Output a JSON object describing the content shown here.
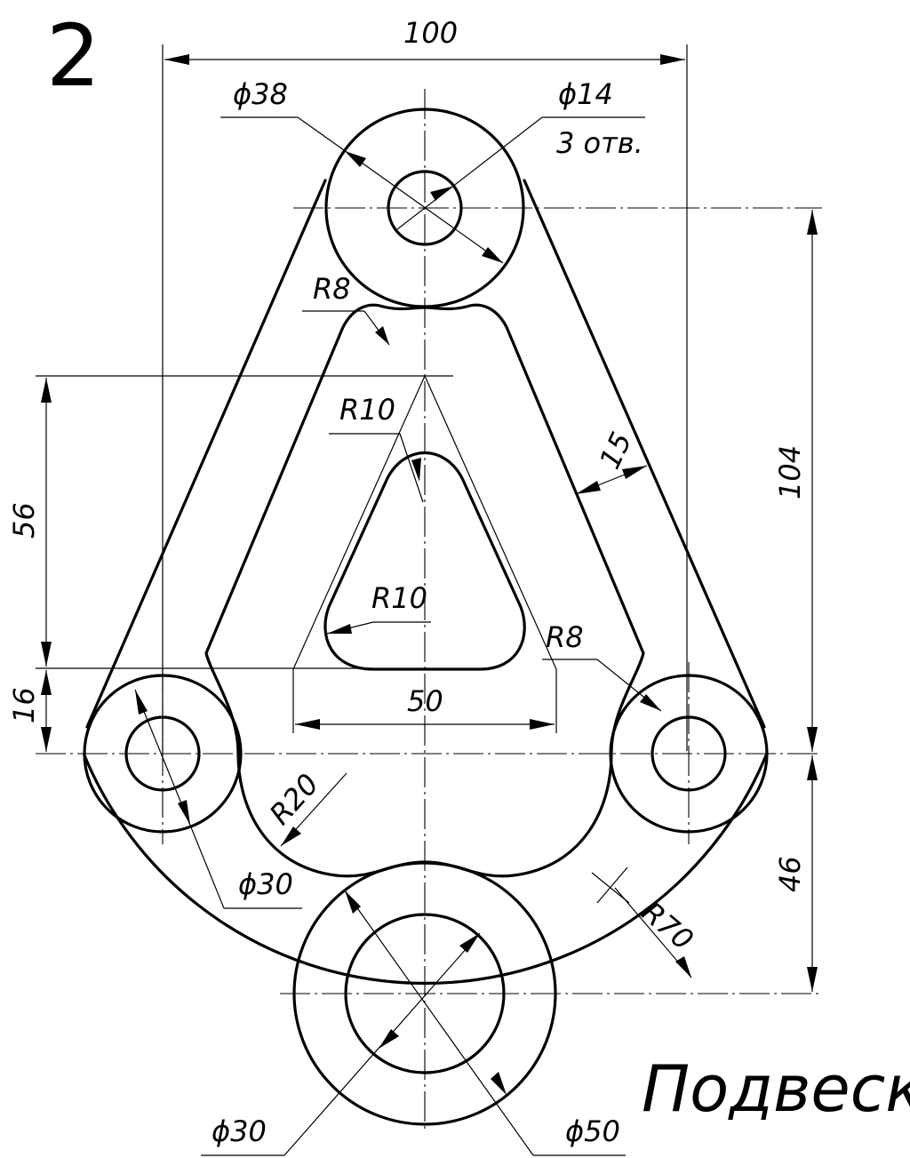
{
  "sheet_number": "2",
  "title": "Подвеска",
  "dimensions": {
    "overall_width": "100",
    "top_boss_diameter": "ϕ38",
    "hole_diameter": "ϕ14",
    "hole_count": "3 отв.",
    "fillet_top": "R8",
    "inner_top_radius": "R10",
    "band_width": "15",
    "overall_height": "104",
    "triangle_height": "56",
    "inner_corner_radius": "R10",
    "inner_fillet": "R8",
    "triangle_base": "50",
    "side_offset": "16",
    "side_fillet": "R20",
    "side_boss_diameter": "ϕ30",
    "bottom_height": "46",
    "outer_radius": "R70",
    "bottom_hole_diameter": "ϕ30",
    "bottom_boss_diameter": "ϕ50"
  }
}
